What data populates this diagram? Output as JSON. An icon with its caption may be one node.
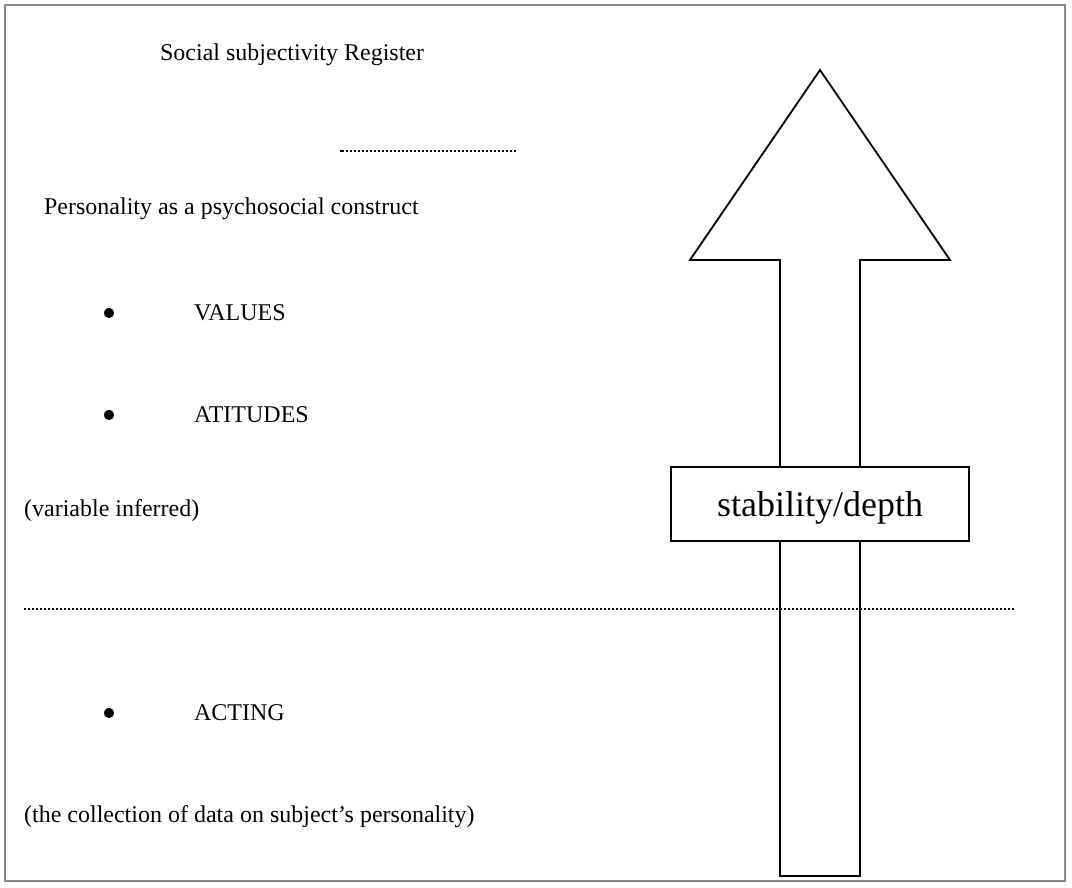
{
  "diagram": {
    "nodes": [
      {
        "text": [
          "stability/depth"
        ]
      }
    ],
    "labels": [
      "Social subjectivity Register",
      "Personality as a psychosocial construct",
      "VALUES",
      "ATITUDES",
      "(variable inferred)",
      "ACTING",
      "(the collection of data on subject’s personality)"
    ]
  }
}
